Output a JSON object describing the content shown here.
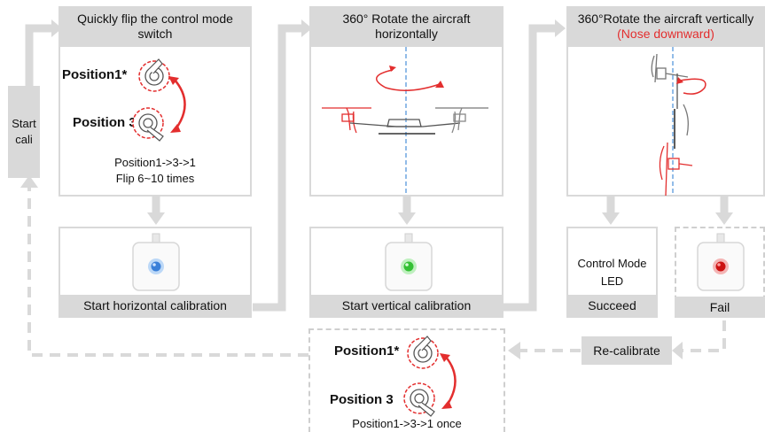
{
  "start": {
    "label": "Start cali"
  },
  "step1": {
    "title": "Quickly flip the control mode switch",
    "position1": "Position1*",
    "position3": "Position 3",
    "sequence": "Position1->3->1",
    "flip_count": "Flip 6~10 times"
  },
  "step2": {
    "title": "360° Rotate the aircraft horizontally",
    "led_footer": "Start horizontal calibration"
  },
  "step3": {
    "title_prefix": "360°Rotate the aircraft vertically ",
    "title_highlight": "(Nose downward)",
    "led_footer": "Start vertical calibration"
  },
  "result": {
    "succeed_text": "Control Mode LED",
    "succeed_footer": "Succeed",
    "fail_footer": "Fail"
  },
  "recalibrate": {
    "label": "Re-calibrate",
    "position1": "Position1*",
    "position3": "Position 3",
    "sequence": "Position1->3->1 once"
  },
  "colors": {
    "gray": "#d9d9d9",
    "red": "#e32e2e",
    "led_blue": "#3a7fd8",
    "led_green": "#34c034",
    "led_red": "#cc1111"
  }
}
